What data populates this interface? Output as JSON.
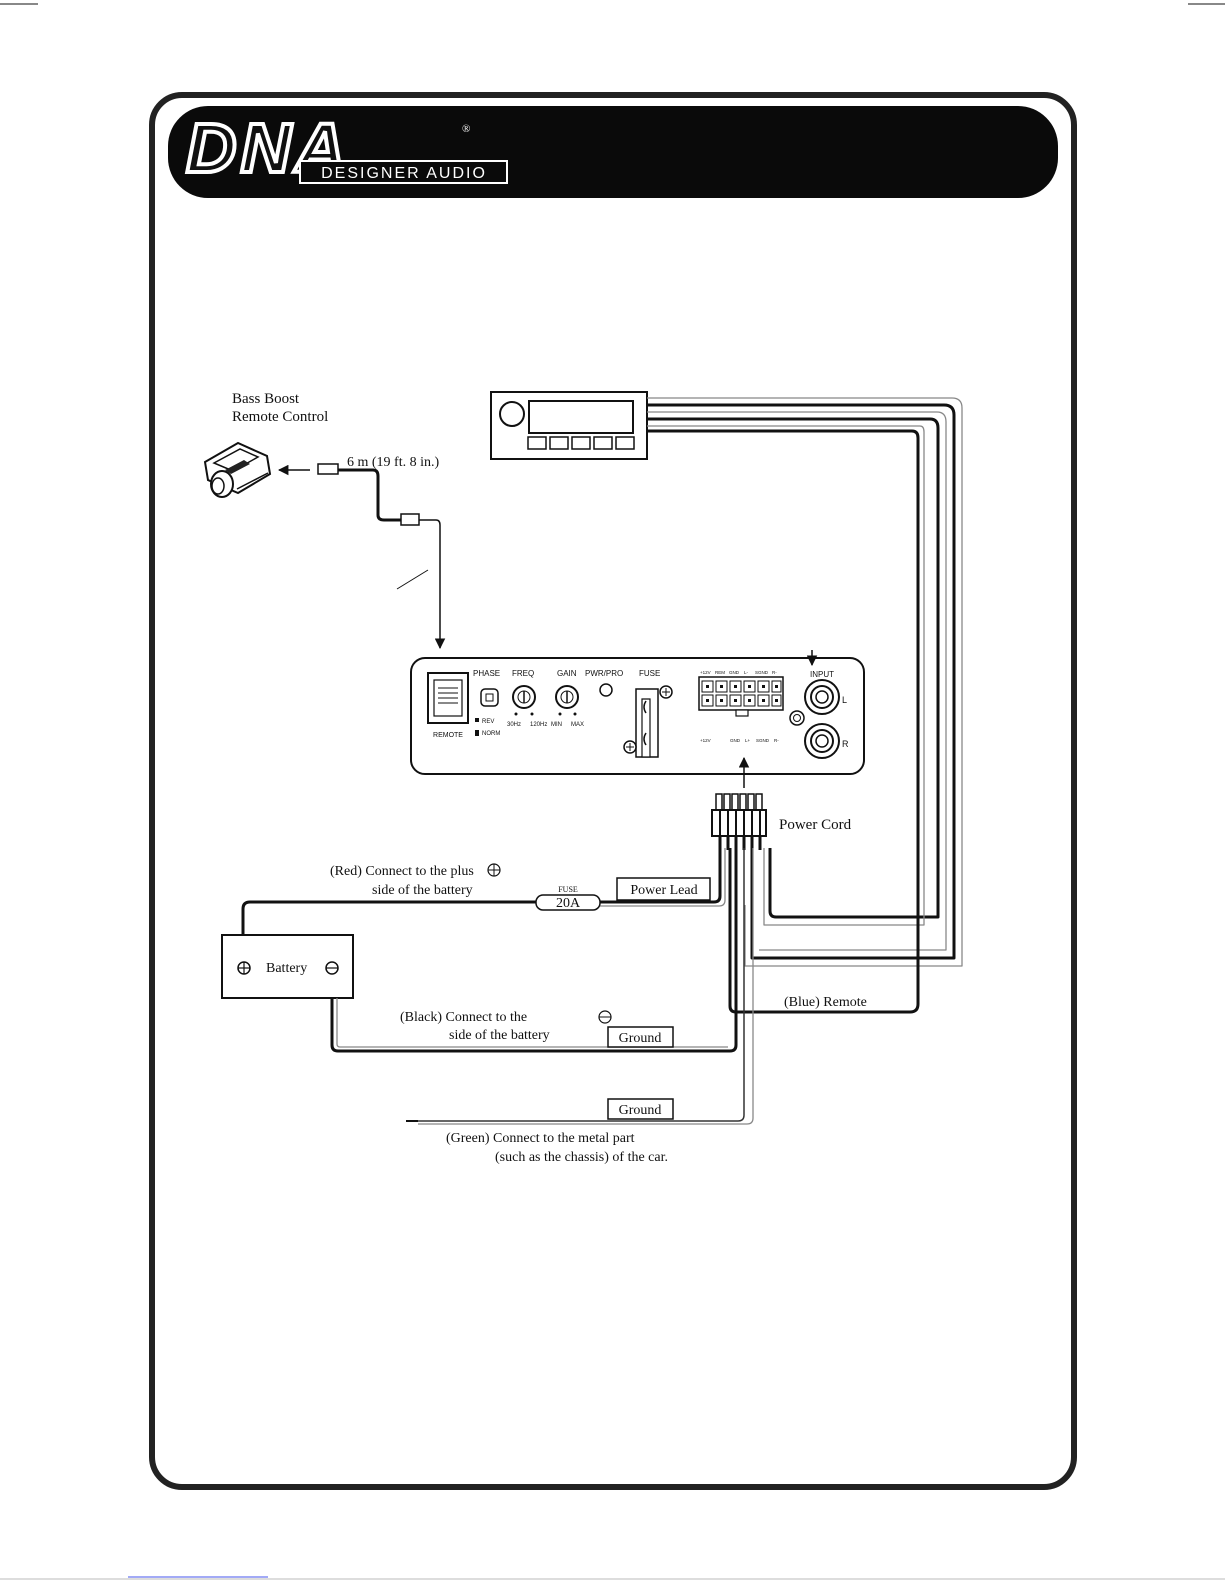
{
  "brand": {
    "logo": "DNA",
    "sublogo": "DESIGNER AUDIO",
    "registered": "®"
  },
  "labels": {
    "remote_control_line1": "Bass Boost",
    "remote_control_line2": "Remote Control",
    "cable_length": "6 m (19 ft. 8 in.)",
    "power_cord": "Power Cord",
    "red_line1": "(Red) Connect to the plus",
    "red_line2": "side of the battery",
    "fuse_label": "FUSE",
    "fuse_value": "20A",
    "power_lead": "Power Lead",
    "battery": "Battery",
    "black_line1": "(Black) Connect to the",
    "black_line2": "side of the battery",
    "ground1": "Ground",
    "ground2": "Ground",
    "blue_remote": "(Blue) Remote",
    "green_line1": "(Green) Connect to the metal part",
    "green_line2": "(such as the chassis) of the car."
  },
  "amp_panel": {
    "remote": "REMOTE",
    "phase": "PHASE",
    "freq": "FREQ",
    "gain": "GAIN",
    "pwr_pro": "PWR/PRO",
    "fuse": "FUSE",
    "input": "INPUT",
    "rev": "REV",
    "norm": "NORM",
    "hz30": "30Hz",
    "hz120": "120Hz",
    "min": "MIN",
    "max": "MAX",
    "ch_l": "L",
    "ch_r": "R",
    "terminal_top": [
      "+12V",
      "REM",
      "GND",
      "L-",
      "SGND",
      "R-"
    ],
    "terminal_bottom": [
      "+12V",
      "GND",
      "L+",
      "SGND",
      "R-"
    ]
  },
  "icons": [
    "plus-circle-icon",
    "minus-circle-icon",
    "rca-jack-icon",
    "knob-icon",
    "fuse-holder-icon",
    "head-unit-icon",
    "remote-control-knob-icon",
    "arrow-icon"
  ]
}
